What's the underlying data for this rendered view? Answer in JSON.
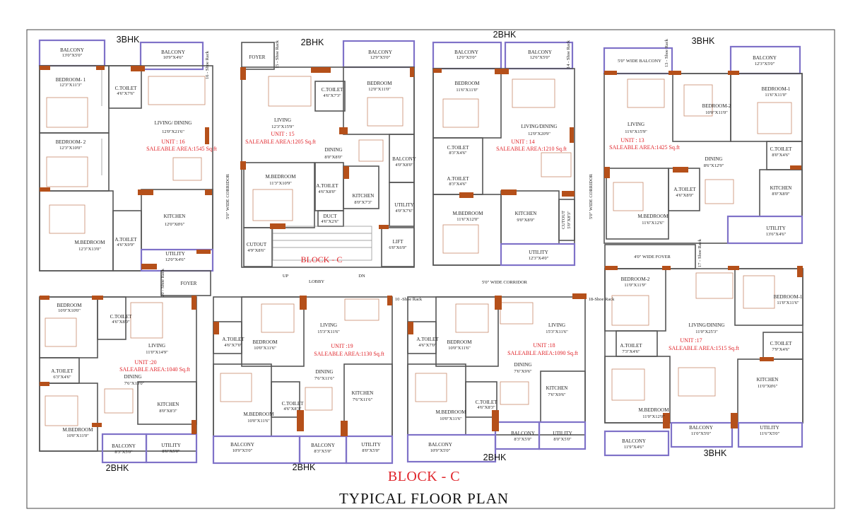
{
  "title": "BLOCK - C",
  "subtitle": "TYPICAL FLOOR PLAN",
  "bhk_labels": {
    "top_left": "3BHK",
    "top_mid_left": "2BHK",
    "top_mid_right": "2BHK",
    "top_right": "3BHK",
    "bottom_1": "2BHK",
    "bottom_2": "2BHK",
    "bottom_3": "2BHK",
    "bottom_4": "3BHK"
  },
  "units": {
    "u16": {
      "name": "UNIT : 16",
      "area": "SALEABLE AREA:1545 Sq.ft"
    },
    "u15": {
      "name": "UNIT : 15",
      "area": "SALEABLE AREA:1205 Sq.ft"
    },
    "u14": {
      "name": "UNIT : 14",
      "area": "SALEABLE AREA:1210 Sq.ft"
    },
    "u13": {
      "name": "UNIT : 13",
      "area": "SALEABLE AREA:1425 Sq.ft"
    },
    "u20": {
      "name": "UNIT :20",
      "area": "SALEABLE AREA:1040 Sq.ft"
    },
    "u19": {
      "name": "UNIT :19",
      "area": "SALEABLE AREA:1130 Sq.ft"
    },
    "u18": {
      "name": "UNIT :18",
      "area": "SALEABLE AREA:1090 Sq.ft"
    },
    "u17": {
      "name": "UNIT :17",
      "area": "SALEABLE AREA:1515 Sq.ft"
    }
  },
  "rooms16": {
    "balcony": [
      "BALCONY",
      "13'0\"X5'0\""
    ],
    "balcony2": [
      "BALCONY",
      "10'9\"X4'6\""
    ],
    "bed1": [
      "BEDROOM- 1",
      "12'3\"X11'3\""
    ],
    "ctoilet": [
      "C.TOILET",
      "4'6\"X7'6\""
    ],
    "living": [
      "LIVING/ DINING",
      "12'0\"X21'6\""
    ],
    "bed2": [
      "BEDROOM- 2",
      "12'3\"X10'0\""
    ],
    "kitchen": [
      "KITCHEN",
      "12'0\"X8'6\""
    ],
    "atoilet": [
      "A.TOILET",
      "4'6\"X9'9\""
    ],
    "mbed": [
      "M.BEDROOM",
      "12'3\"X13'0\""
    ],
    "utility": [
      "UTILITY",
      "12'0\"X4'6\""
    ],
    "foyer": "FOYER",
    "rack16": "16 - Shoe Rack",
    "rack20": "20 - Shoe Rack"
  },
  "rooms15": {
    "foyer": "FOYER",
    "rack": "15 - Shoe Rack",
    "balcony": [
      "BALCONY",
      "12'9\"X5'0\""
    ],
    "ctoilet": [
      "C.TOILET",
      "4'6\"X7'3\""
    ],
    "living": [
      "LIVING",
      "12'3\"X15'9\""
    ],
    "bed": [
      "BEDROOM",
      "12'0\"X11'0\""
    ],
    "dining": [
      "DINING",
      "8'0\"X8'0\""
    ],
    "balcony2": [
      "BALCONY",
      "4'0\"X8'0\""
    ],
    "mbed": [
      "M.BEDROOM",
      "11'3\"X10'9\""
    ],
    "atoilet": [
      "A.TOILET",
      "4'6\"X8'0\""
    ],
    "kitchen": [
      "KITCHEN",
      "8'0\"X7'3\""
    ],
    "utility": [
      "UTILITY",
      "4'0\"X7'6\""
    ],
    "duct": [
      "DUCT",
      "4'6\"X2'6\""
    ],
    "cutout": [
      "CUTOUT",
      "4'9\"X8'6\""
    ],
    "lift": [
      "LIFT",
      "6'0\"X6'0\""
    ]
  },
  "rooms14": {
    "balcony": [
      "BALCONY",
      "12'0\"X5'0\""
    ],
    "balcony2": [
      "BALCONY",
      "12'6\"X5'0\""
    ],
    "rack": "14 - Shoe Rack",
    "bed": [
      "BEDROOM",
      "11'6\"X11'0\""
    ],
    "living": [
      "LIVING/DINING",
      "12'0\"X20'9\""
    ],
    "ctoilet": [
      "C.TOILET",
      "8'3\"X4'6\""
    ],
    "atoilet": [
      "A.TOILET",
      "8'3\"X4'6\""
    ],
    "mbed": [
      "M.BEDROOM",
      "11'6\"X12'0\""
    ],
    "kitchen": [
      "KITCHEN",
      "9'0\"X8'0\""
    ],
    "cutout": [
      "CUTOUT",
      "5'0\"X8'3\""
    ],
    "utility": [
      "UTILITY",
      "12'3\"X4'0\""
    ]
  },
  "rooms13": {
    "balcony_wide": "5'0\" WIDE BALCONY",
    "rack": "13 - Shoe Rack",
    "balcony": [
      "BALCONY",
      "12'3\"X5'0\""
    ],
    "living": [
      "LIVING",
      "11'6\"X15'9\""
    ],
    "bed2": [
      "BEDROOM-2",
      "10'0\"X11'0\""
    ],
    "bed1": [
      "BEDROOM-1",
      "11'6\"X11'0\""
    ],
    "dining": [
      "DINING",
      "8'6\"X12'9\""
    ],
    "ctoilet": [
      "C.TOILET",
      "8'0\"X4'6\""
    ],
    "atoilet": [
      "A.TOILET",
      "4'6\"X8'0\""
    ],
    "kitchen": [
      "KITCHEN",
      "8'0\"X8'0\""
    ],
    "mbed": [
      "M.BEDROOM",
      "11'6\"X12'6\""
    ],
    "utility": [
      "UTILITY",
      "13'6\"X4'6\""
    ]
  },
  "rooms20": {
    "bed": [
      "BEDROOM",
      "10'0\"X10'0\""
    ],
    "ctoilet": [
      "C.TOILET",
      "4'6\"X8'0\""
    ],
    "living": [
      "LIVING",
      "11'0\"X14'9\""
    ],
    "atoilet": [
      "A.TOILET",
      "6'3\"X4'6\""
    ],
    "dining": [
      "DINING",
      "7'6\"X13'0\""
    ],
    "kitchen": [
      "KITCHEN",
      "8'0\"X8'3\""
    ],
    "mbed": [
      "M.BEDROOM",
      "10'0\"X11'0\""
    ],
    "balcony": [
      "BALCONY",
      "8'3\"X5'0\""
    ],
    "utility": [
      "UTILITY",
      "8'6\"X5'0\""
    ]
  },
  "rooms19": {
    "atoilet": [
      "A.TOILET",
      "4'6\"X7'0\""
    ],
    "bed": [
      "BEDROOM",
      "10'0\"X11'6\""
    ],
    "living": [
      "LIVING",
      "15'3\"X11'6\""
    ],
    "dining": [
      "DINING",
      "7'6\"X11'6\""
    ],
    "kitchen": [
      "KITCHEN",
      "7'6\"X11'6\""
    ],
    "ctoilet": [
      "C.TOILET",
      "4'6\"X8'3\""
    ],
    "mbed": [
      "M.BEDROOM",
      "10'0\"X11'6\""
    ],
    "balcony": [
      "BALCONY",
      "10'9\"X5'0\""
    ],
    "balcony2": [
      "BALCONY",
      "8'3\"X5'0\""
    ],
    "utility": [
      "UTILITY",
      "8'0\"X5'0\""
    ]
  },
  "rooms18": {
    "atoilet": [
      "A.TOILET",
      "4'6\"X7'0\""
    ],
    "bed": [
      "BEDROOM",
      "10'0\"X11'6\""
    ],
    "living": [
      "LIVING",
      "15'3\"X11'6\""
    ],
    "dining": [
      "DINING",
      "7'6\"X9'6\""
    ],
    "kitchen": [
      "KITCHEN",
      "7'6\"X9'6\""
    ],
    "ctoilet": [
      "C.TOILET",
      "4'6\"X8'3\""
    ],
    "mbed": [
      "M.BEDROOM",
      "10'0\"X11'6\""
    ],
    "balcony": [
      "BALCONY",
      "10'9\"X5'0\""
    ],
    "balcony2": [
      "BALCONY",
      "8'3\"X5'0\""
    ],
    "utility": [
      "UTILITY",
      "8'0\"X5'0\""
    ]
  },
  "rooms17": {
    "foyer": "4'0\" WIDE FOYER",
    "rack": "17 - Shoe Rack",
    "bed2": [
      "BEDROOM-2",
      "11'0\"X11'9\""
    ],
    "bed1": [
      "BEDROOM-1",
      "11'0\"X11'6\""
    ],
    "living": [
      "LIVING/DINING",
      "11'0\"X25'3\""
    ],
    "atoilet": [
      "A.TOILET",
      "7'3\"X4'6\""
    ],
    "ctoilet": [
      "C.TOILET",
      "7'9\"X4'6\""
    ],
    "kitchen": [
      "KITCHEN",
      "11'0\"X8'6\""
    ],
    "mbed": [
      "M.BEDROOM",
      "11'0\"X12'0\""
    ],
    "balcony": [
      "BALCONY",
      "11'0\"X5'0\""
    ],
    "balcony2": [
      "BALCONY",
      "11'9\"X4'6\""
    ],
    "utility": [
      "UTILITY",
      "11'6\"X5'0\""
    ]
  },
  "common": {
    "corridor_v1": "5'0\" WIDE CORRIDOR",
    "corridor_v2": "5'0\" WIDE CORRIDOR",
    "corridor_h": "5'0\" WIDE CORRIDOR",
    "lobby": "LOBBY",
    "up": "UP",
    "dn": "DN",
    "block_tag": "BLOCK - C",
    "rack10": "10 -Shoe Rack",
    "rack18": "18-Shoe Rack"
  }
}
